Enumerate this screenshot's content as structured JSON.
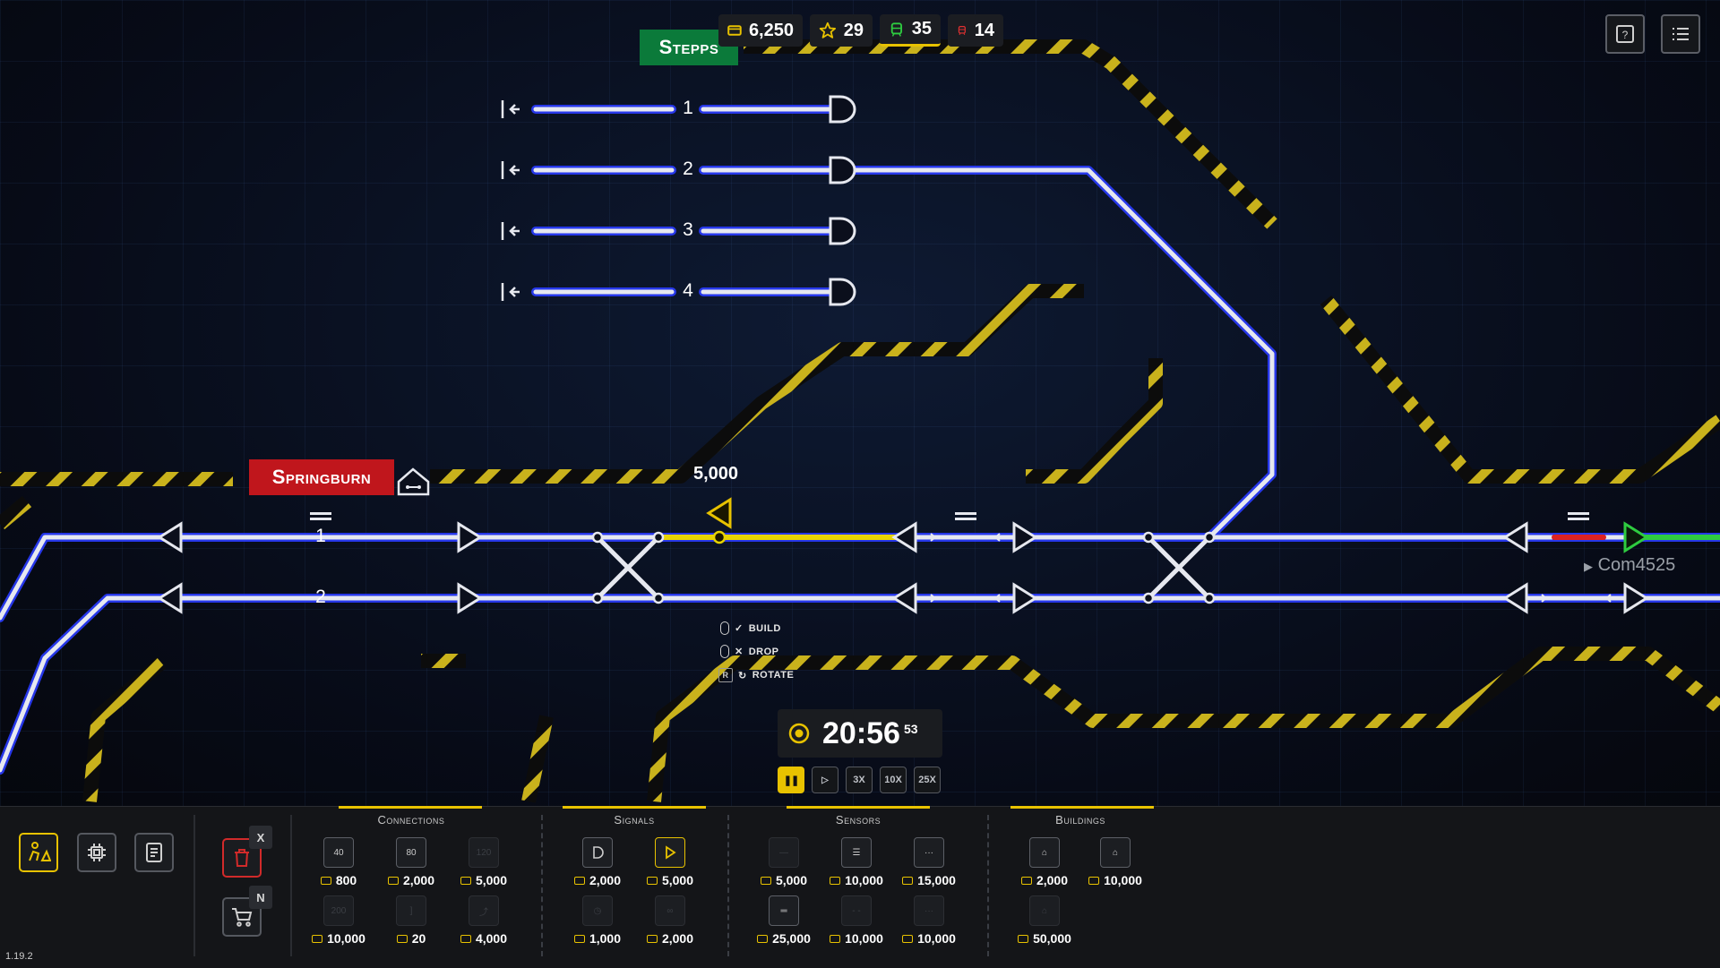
{
  "hud": {
    "money": "6,250",
    "stars": "29",
    "trains_ok": "35",
    "trains_bad": "14",
    "colors": {
      "accent": "#e8c200",
      "green": "#2ecc40",
      "red": "#e03131"
    }
  },
  "map": {
    "stations": {
      "stepps": "Stepps",
      "springburn": "Springburn"
    },
    "platforms": [
      "1",
      "2",
      "3",
      "4"
    ],
    "tracks": [
      "1",
      "2"
    ],
    "placing_price": "5,000",
    "train_label": "Com4525",
    "hints": {
      "build": "BUILD",
      "drop": "DROP",
      "rotate": "ROTATE",
      "rotate_key": "R"
    }
  },
  "clock": {
    "time": "20:56",
    "seconds": "53",
    "speeds": [
      "3X",
      "10X",
      "25X"
    ]
  },
  "toolbar": {
    "delete_key": "X",
    "shop_key": "N",
    "version": "1.19.2",
    "sections": {
      "connections": {
        "title": "Connections",
        "items": [
          {
            "label": "40",
            "price": "800"
          },
          {
            "label": "80",
            "price": "2,000"
          },
          {
            "label": "120",
            "price": "5,000"
          },
          {
            "label": "200",
            "price": "10,000"
          },
          {
            "label": "",
            "price": "20"
          },
          {
            "label": "",
            "price": "4,000"
          }
        ]
      },
      "signals": {
        "title": "Signals",
        "items": [
          {
            "price": "2,000"
          },
          {
            "price": "5,000"
          },
          {
            "price": "1,000"
          },
          {
            "price": "2,000"
          }
        ]
      },
      "sensors": {
        "title": "Sensors",
        "items": [
          {
            "price": "5,000"
          },
          {
            "price": "10,000"
          },
          {
            "price": "15,000"
          },
          {
            "price": "25,000"
          },
          {
            "price": "10,000"
          },
          {
            "price": "10,000"
          }
        ]
      },
      "buildings": {
        "title": "Buildings",
        "items": [
          {
            "price": "2,000"
          },
          {
            "price": "10,000"
          },
          {
            "price": "50,000"
          }
        ]
      }
    }
  }
}
